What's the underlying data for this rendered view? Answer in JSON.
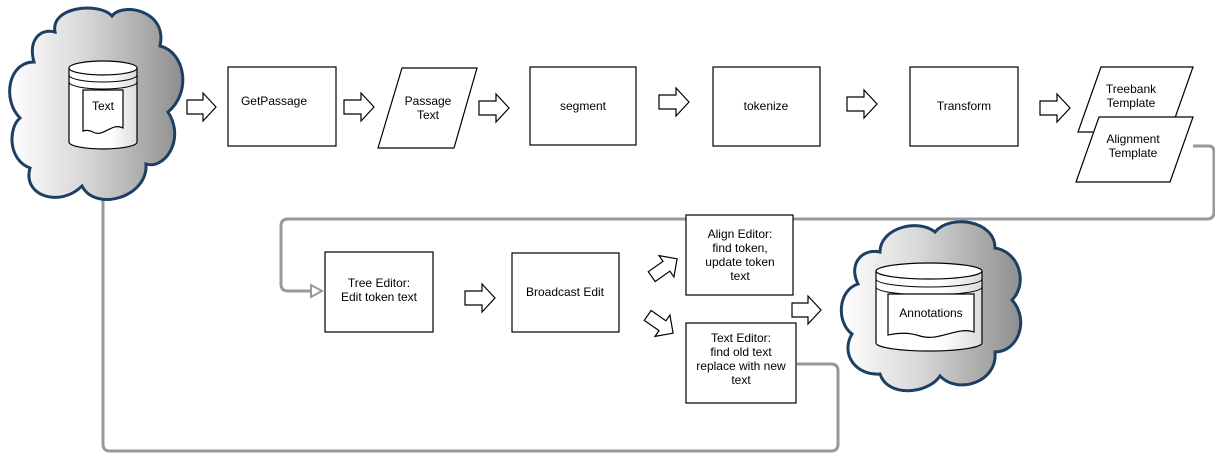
{
  "storage": {
    "text": "Text",
    "annotations": "Annotations"
  },
  "pipeline": {
    "get_passage": "GetPassage",
    "passage_text": [
      "Passage",
      "Text"
    ],
    "segment": "segment",
    "tokenize": "tokenize",
    "transform": "Transform",
    "treebank_template": [
      "Treebank",
      "Template"
    ],
    "alignment_template": [
      "Alignment",
      "Template"
    ]
  },
  "editing": {
    "tree_editor": [
      "Tree Editor:",
      "Edit token text"
    ],
    "broadcast_edit": "Broadcast Edit",
    "align_editor": [
      "Align Editor:",
      "find token,",
      "update token",
      "text"
    ],
    "text_editor": [
      "Text Editor:",
      "find old text",
      "replace with new",
      "text"
    ]
  },
  "colors": {
    "cloud_outline": "#1e3f64",
    "connector": "#999999"
  }
}
